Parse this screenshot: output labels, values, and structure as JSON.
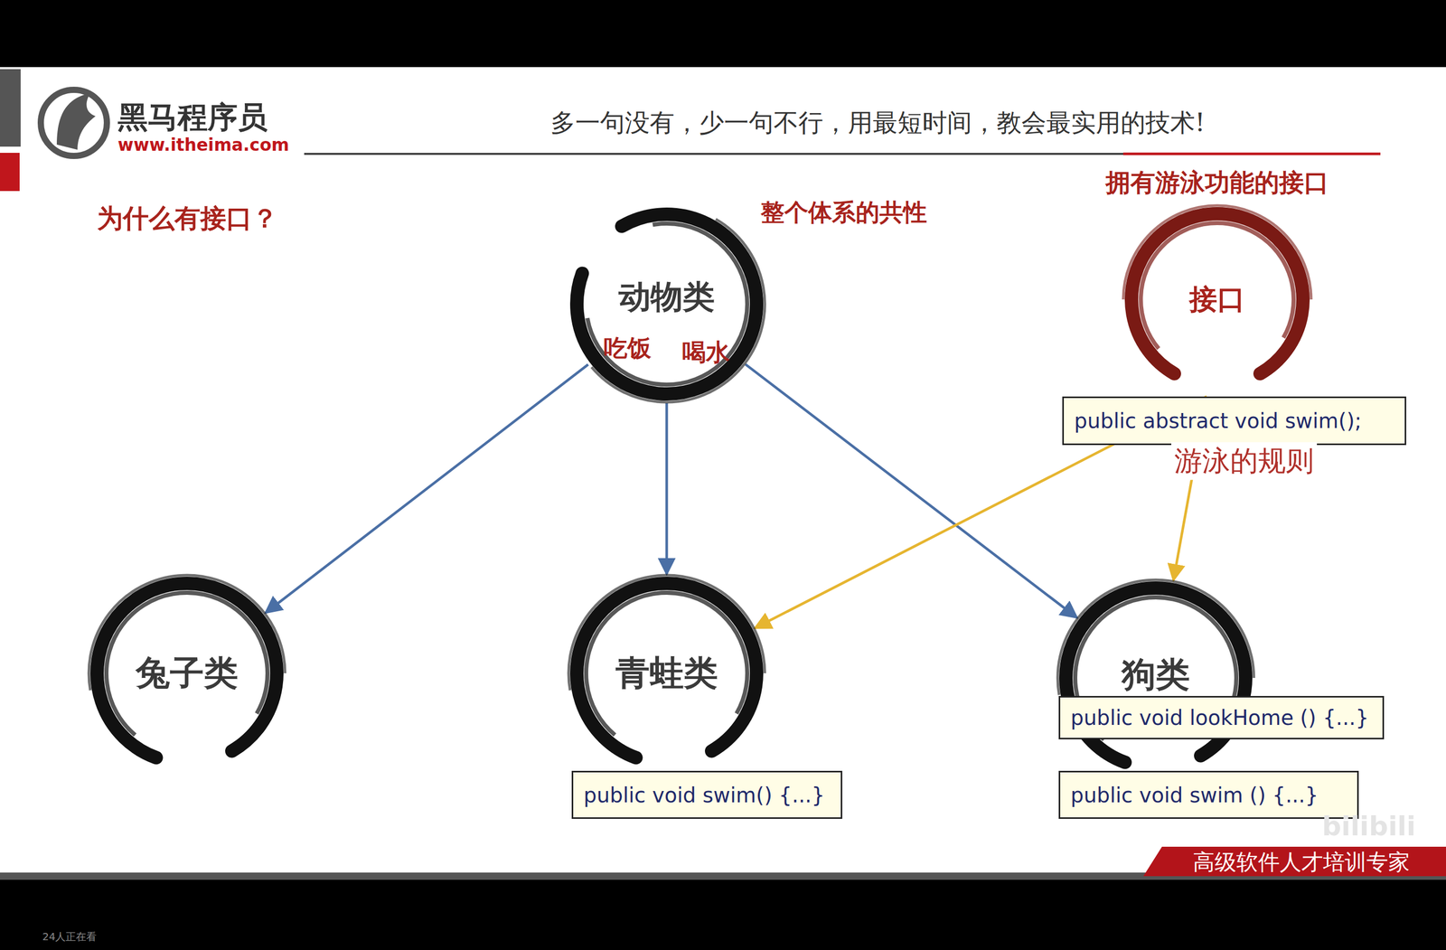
{
  "diagram": {
    "title": "为什么有接口？",
    "nodes": [
      {
        "text": [
          "动物类",
          "吃饭",
          "喝水"
        ]
      },
      {
        "text": [
          "拥有游泳功能的接口",
          "接口"
        ]
      },
      {
        "text": [
          "public abstract void swim();"
        ]
      },
      {
        "text": [
          "兔子类"
        ]
      },
      {
        "text": [
          "青蛙类"
        ]
      },
      {
        "text": [
          "狗类"
        ]
      },
      {
        "text": [
          "public void lookHome () {...}"
        ]
      },
      {
        "text": [
          "public void swim() {...}"
        ]
      },
      {
        "text": [
          "public void swim () {...}"
        ]
      }
    ],
    "edges": [
      {
        "from": 0,
        "to": 3,
        "arrow": "to"
      },
      {
        "from": 0,
        "to": 4,
        "arrow": "to"
      },
      {
        "from": 0,
        "to": 5,
        "arrow": "to"
      },
      {
        "from": 2,
        "to": 4,
        "arrow": "to"
      },
      {
        "from": 2,
        "to": 5,
        "arrow": "to"
      }
    ],
    "labels": [
      "黑马程序员",
      "www.itheima.com",
      "多一句没有，少一句不行，用最短时间，教会最实用的技术!",
      "整个体系的共性",
      "游泳的规则",
      "高级软件人才培训专家",
      "bilibili",
      "24人正在看"
    ]
  }
}
